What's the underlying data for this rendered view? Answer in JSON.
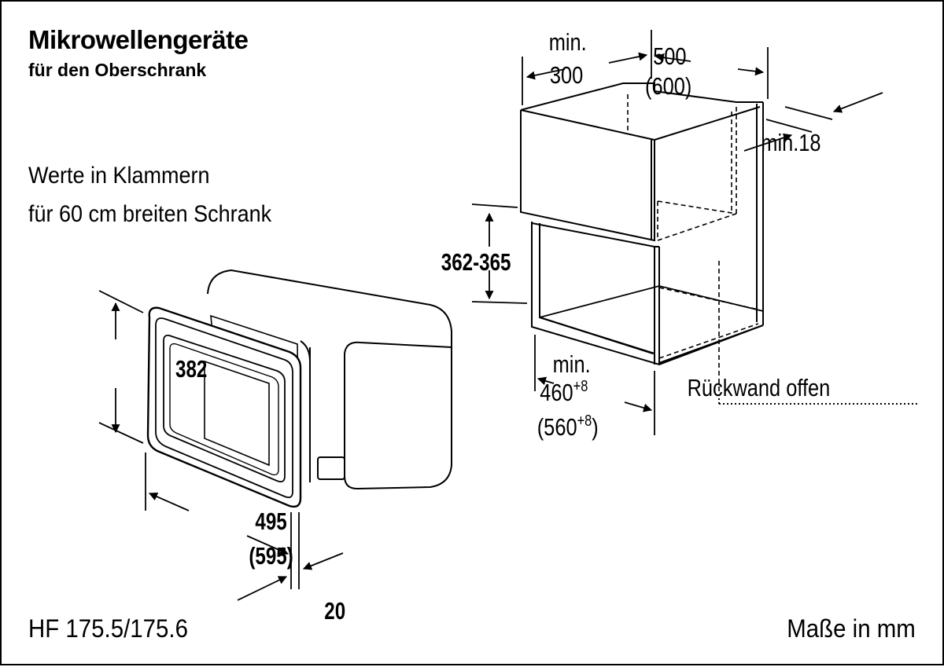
{
  "heading": {
    "title": "Mikrowellengeräte",
    "subtitle": "für den Oberschrank"
  },
  "note": {
    "line1": "Werte in Klammern",
    "line2": "für 60 cm breiten Schrank"
  },
  "footer": {
    "model": "HF 175.5/175.6",
    "units": "Maße in mm"
  },
  "appliance_dims": {
    "height": "382",
    "width": "495",
    "width_alt": "(595)",
    "frame_depth": "20"
  },
  "cabinet_dims": {
    "top_min": "min.",
    "top_min_value": "300",
    "top_depth": "500",
    "top_depth_alt": "(600)",
    "wall_min": "min.18",
    "opening_height": "362-365",
    "opening_min": "min.",
    "opening_width": "460",
    "opening_width_sup": "+8",
    "opening_width_alt": "(560",
    "opening_width_alt_sup": "+8",
    "opening_width_alt_close": ")",
    "back_open": "Rückwand offen"
  },
  "colors": {
    "ink": "#000000",
    "paper": "#ffffff"
  }
}
